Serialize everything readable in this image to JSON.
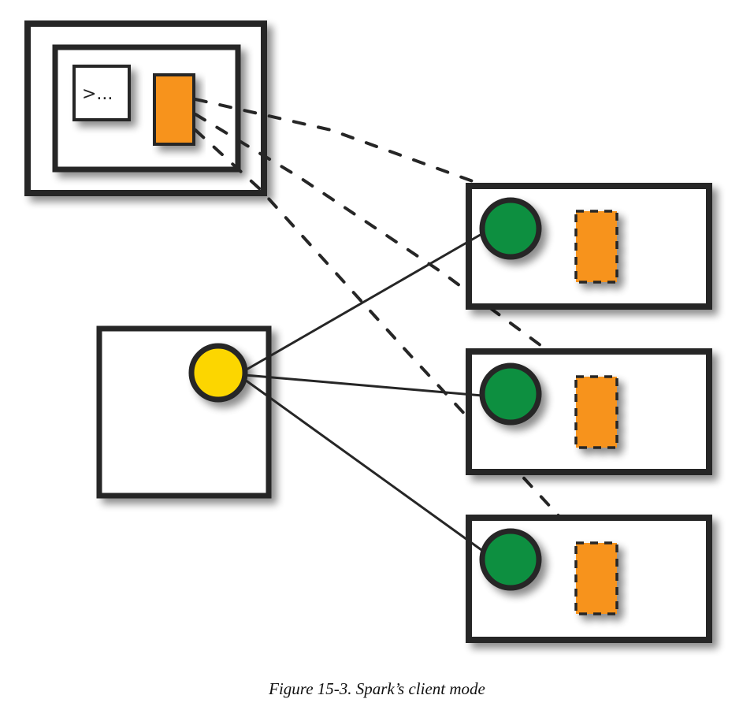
{
  "figure": {
    "caption": "Figure 15-3. Spark’s client mode"
  },
  "client_machine": {
    "terminal_prompt": ">...",
    "has_spark_application_process": true
  },
  "driver_node": {
    "driver_color": "#fcd600"
  },
  "worker_nodes": [
    {
      "executor_color": "#0d8f3f",
      "task_slot_color": "#f7931e"
    },
    {
      "executor_color": "#0d8f3f",
      "task_slot_color": "#f7931e"
    },
    {
      "executor_color": "#0d8f3f",
      "task_slot_color": "#f7931e"
    }
  ],
  "colors": {
    "outline": "#262626",
    "application_box": "#f7931e",
    "driver": "#fcd600",
    "executor": "#0d8f3f",
    "background": "#ffffff"
  },
  "connections": {
    "solid_driver_to_executors": 3,
    "dashed_client_to_workers": 3
  }
}
